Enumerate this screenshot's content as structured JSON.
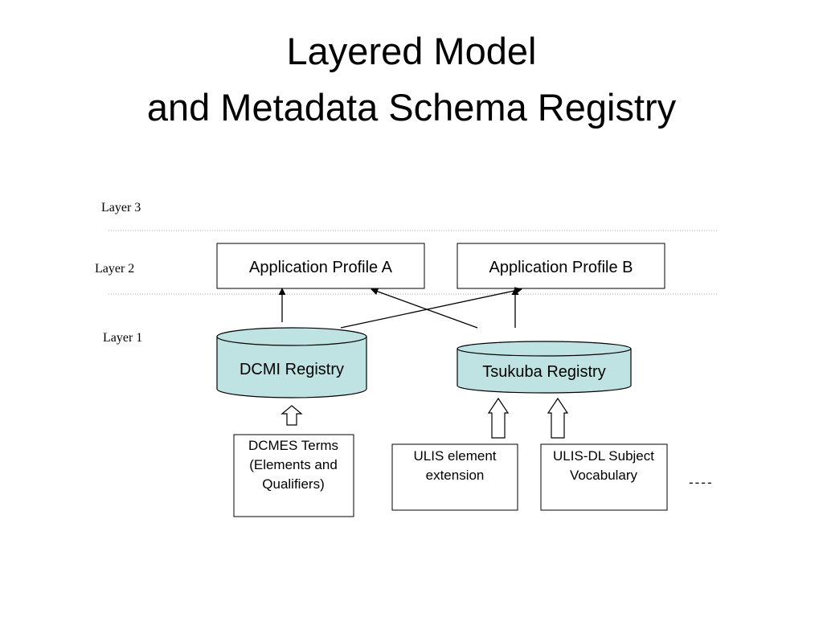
{
  "title": {
    "line1": "Layered Model",
    "line2": "and Metadata Schema Registry"
  },
  "layers": {
    "layer3": "Layer 3",
    "layer2": "Layer 2",
    "layer1": "Layer 1"
  },
  "profiles": {
    "a": "Application Profile A",
    "b": "Application Profile B"
  },
  "registries": {
    "dcmi": "DCMI Registry",
    "tsukuba": "Tsukuba Registry"
  },
  "sources": {
    "dcmes": [
      "DCMES Terms",
      "(Elements and",
      "Qualifiers)"
    ],
    "ulis_element": [
      "ULIS element",
      "extension"
    ],
    "ulis_dl": [
      "ULIS-DL Subject",
      "Vocabulary"
    ]
  },
  "ellipsis": "----",
  "colors": {
    "registry_fill": "#bfe3e3",
    "line": "#000000",
    "layer_divider": "#aaaaaa"
  }
}
